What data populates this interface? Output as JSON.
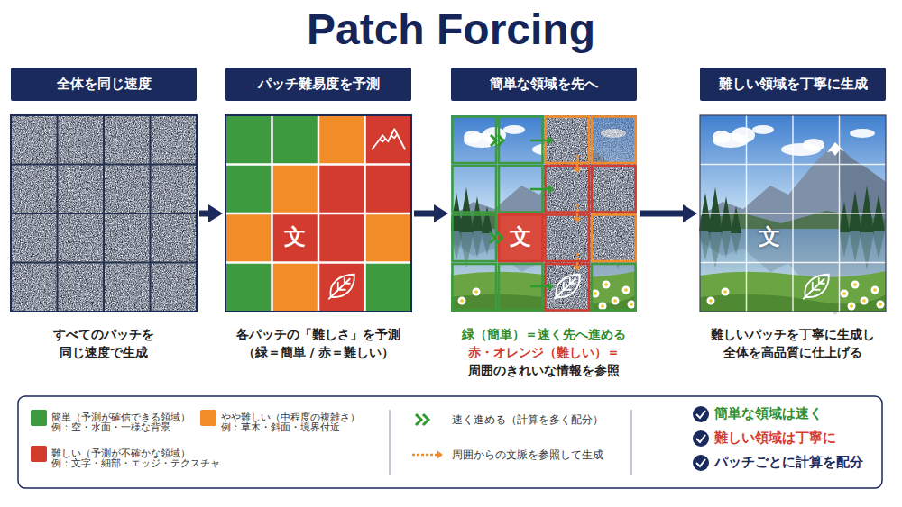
{
  "diagram": {
    "title": "Patch Forcing",
    "nodes": [
      {
        "text": [
          "全体を同じ速度",
          "すべてのパッチを 同じ速度で生成"
        ]
      },
      {
        "text": [
          "パッチ難易度を予測",
          "各パッチの「難しさ」を予測 （緑＝簡単 / 赤＝難しい）"
        ]
      },
      {
        "text": [
          "簡単な領域を先へ",
          "緑（簡単）＝速く先へ進める",
          "赤・オレンジ（難しい）＝",
          "周囲のきれいな情報を参照"
        ]
      },
      {
        "text": [
          "難しい領域を丁寧に生成",
          "難しいパッチを丁寧に生成し 全体を高品質に仕上げる"
        ]
      }
    ],
    "edges": [
      {
        "from": 0,
        "to": 1,
        "arrow": "to"
      },
      {
        "from": 1,
        "to": 2,
        "arrow": "to"
      },
      {
        "from": 2,
        "to": 3,
        "arrow": "to"
      }
    ],
    "labels": [
      "文",
      "文",
      "文",
      "例：空・水面・一様な背景",
      "例：草木・斜面・境界付近",
      "例：文字・細部・エッジ・テクスチャ",
      "簡単な領域は速く",
      "難しい領域は丁寧に",
      "パッチごとに計算を配分"
    ],
    "legend": [
      {
        "text": "簡単（予測が確信できる領域）",
        "color": "#3d9a3f"
      },
      {
        "text": "やや難しい（中程度の複雑さ）",
        "color": "#f28c28"
      },
      {
        "text": "難しい（予測が不確かな領域）",
        "color": "#d33b2f"
      },
      {
        "text": "速く進める（計算を多く配分）"
      },
      {
        "text": "周囲からの文脈を参照して生成"
      }
    ]
  }
}
